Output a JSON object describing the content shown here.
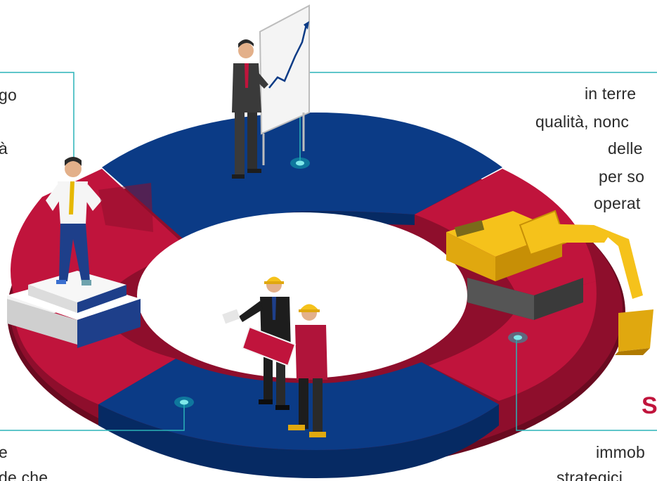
{
  "colors": {
    "ring_red": "#c0143c",
    "ring_red_dark": "#8e0e2c",
    "ring_blue": "#0b3b86",
    "ring_blue_dark": "#062a63",
    "connector": "#2ab3b8",
    "accent": "#c0143c"
  },
  "fragments": {
    "top_left": [
      "go",
      "à"
    ],
    "top_right": [
      "in terre",
      "qualità, nonc",
      "delle",
      "per so",
      "operat"
    ],
    "bottom_left": [
      "e",
      "de che"
    ],
    "bottom_right": [
      "immob",
      "strategici"
    ],
    "bottom_right_heading": "S"
  },
  "icons": {
    "top": "businessman-chart-icon",
    "left": "leader-podium-icon",
    "right": "excavator-icon",
    "bottom": "workers-blueprint-icon"
  }
}
